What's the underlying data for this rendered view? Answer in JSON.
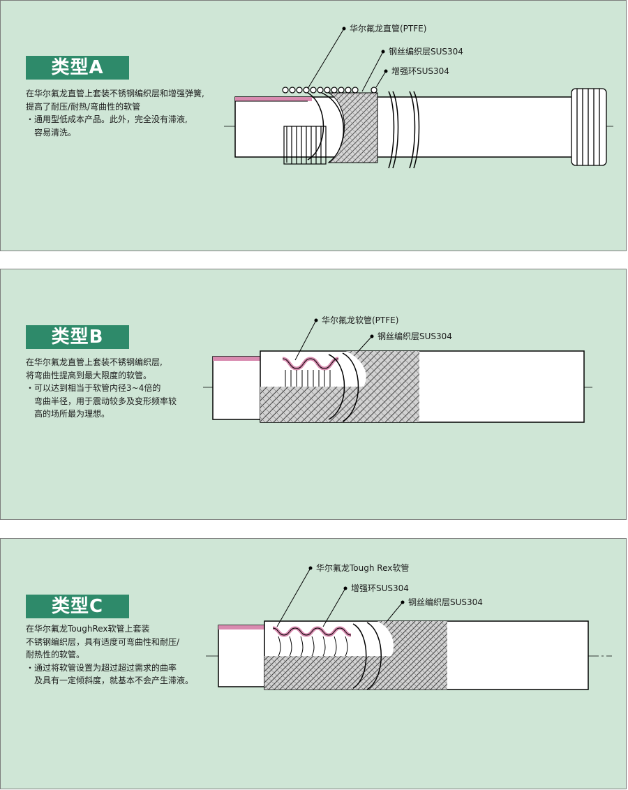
{
  "sections": [
    {
      "title": "类型A",
      "desc_lines": [
        "在华尔氟龙直管上套装不锈钢编织层和增强弹簧,",
        "提高了耐压/耐热/弯曲性的软管"
      ],
      "bullet": "・通用型低成本产品。此外，完全没有滞液,",
      "bullet_cont": [
        "容易清洗。"
      ],
      "labels": [
        "华尔氟龙直管(PTFE)",
        "钢丝编织层SUS304",
        "增强环SUS304"
      ]
    },
    {
      "title": "类型B",
      "desc_lines": [
        "在华尔氟龙直管上套装不锈钢编织层,",
        "将弯曲性提高到最大限度的软管。"
      ],
      "bullet": "・可以达到相当于软管内径3~4倍的",
      "bullet_cont": [
        "弯曲半径，用于震动较多及变形频率较",
        "高的场所最为理想。"
      ],
      "labels": [
        "华尔氟龙软管(PTFE)",
        "钢丝编织层SUS304"
      ]
    },
    {
      "title": "类型C",
      "desc_lines": [
        "在华尔氟龙ToughRex软管上套装",
        "不锈钢编织层，具有适度可弯曲性和耐压/",
        "耐热性的软管。"
      ],
      "bullet": "・通过将软管设置为超过超过需求的曲率",
      "bullet_cont": [
        "及具有一定倾斜度，就基本不会产生滞液。"
      ],
      "labels": [
        "华尔氟龙Tough Rex软管",
        "增强环SUS304",
        "钢丝编织层SUS304"
      ]
    }
  ],
  "colors": {
    "panel_bg": "#cfe6d6",
    "badge_bg": "#2e8a6a",
    "ptfe_liner": "#d98bb0",
    "braid": "#c8c8c8"
  }
}
